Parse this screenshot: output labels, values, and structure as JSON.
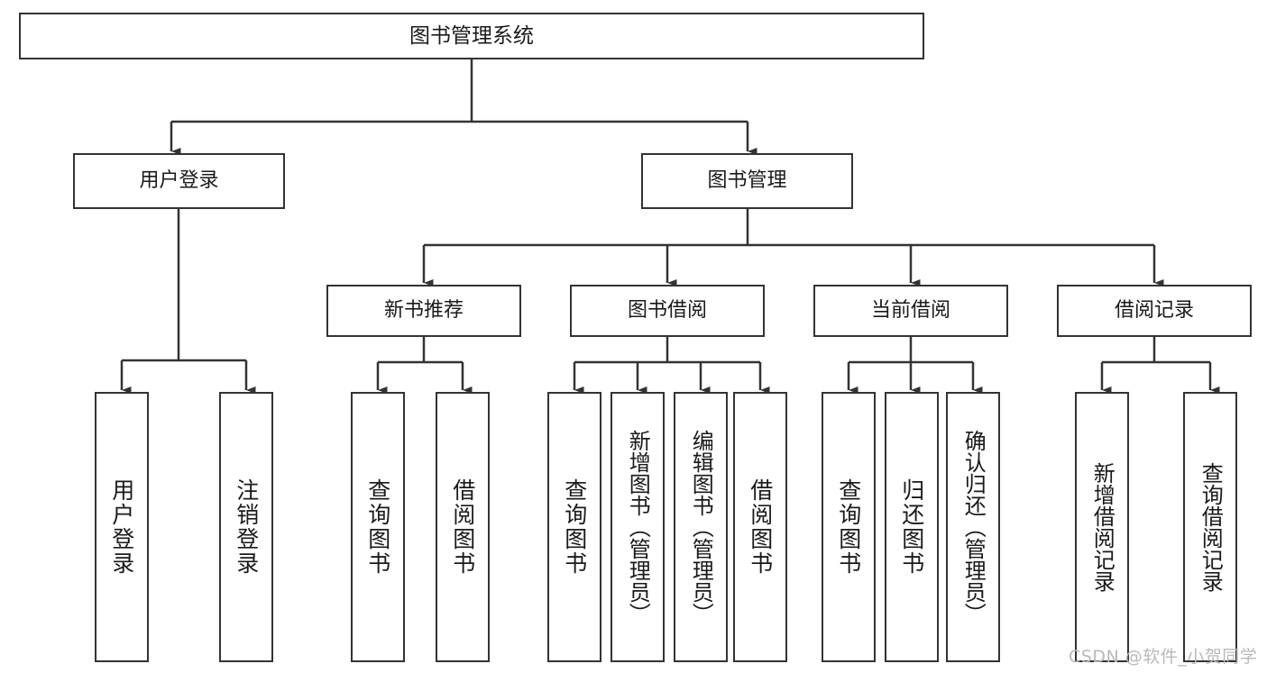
{
  "diagram": {
    "title": "图书管理系统",
    "type": "tree",
    "root": {
      "id": "root",
      "label": "图书管理系统"
    },
    "level2": [
      {
        "id": "user-login",
        "label": "用户登录"
      },
      {
        "id": "book-manage",
        "label": "图书管理"
      }
    ],
    "level3": [
      {
        "id": "new-book-rec",
        "label": "新书推荐"
      },
      {
        "id": "book-borrow",
        "label": "图书借阅"
      },
      {
        "id": "current-borrow",
        "label": "当前借阅"
      },
      {
        "id": "borrow-record",
        "label": "借阅记录"
      }
    ],
    "leaves": [
      {
        "id": "leaf-user-login",
        "label": "用户登录"
      },
      {
        "id": "leaf-user-logout",
        "label": "注销登录"
      },
      {
        "id": "leaf-query-book-1",
        "label": "查询图书"
      },
      {
        "id": "leaf-borrow-book-1",
        "label": "借阅图书"
      },
      {
        "id": "leaf-query-book-2",
        "label": "查询图书"
      },
      {
        "id": "leaf-add-book",
        "label": "新增图书（管理员）"
      },
      {
        "id": "leaf-edit-book",
        "label": "编辑图书（管理员）"
      },
      {
        "id": "leaf-borrow-book-2",
        "label": "借阅图书"
      },
      {
        "id": "leaf-query-book-3",
        "label": "查询图书"
      },
      {
        "id": "leaf-return-book",
        "label": "归还图书"
      },
      {
        "id": "leaf-confirm-return",
        "label": "确认归还（管理员）"
      },
      {
        "id": "leaf-add-record",
        "label": "新增借阅记录"
      },
      {
        "id": "leaf-query-record",
        "label": "查询借阅记录"
      }
    ]
  },
  "watermark": {
    "text": "CSDN @软件_小贺同学"
  },
  "colors": {
    "stroke": "#333333",
    "box_fill": "#ffffff",
    "text": "#1a1a1a",
    "watermark": "#b9b9b9",
    "background": "#ffffff"
  }
}
